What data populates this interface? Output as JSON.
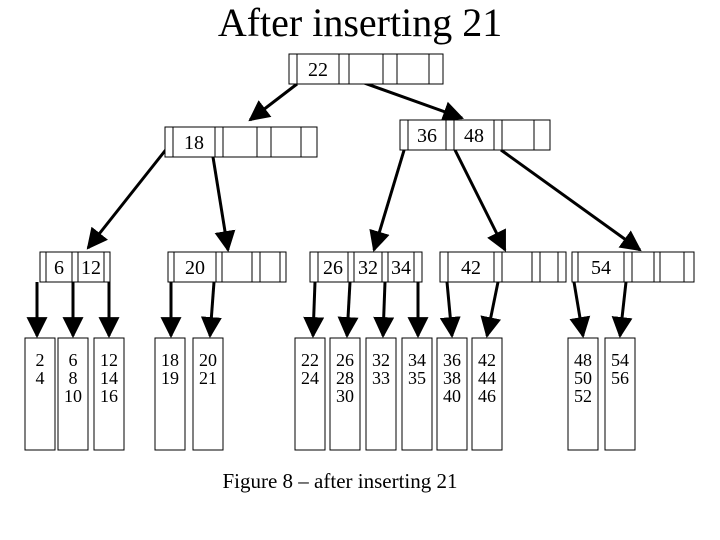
{
  "title": "After inserting 21",
  "caption": "Figure 8 – after inserting 21",
  "tree": {
    "root": {
      "keys": [
        "22"
      ]
    },
    "internal": [
      {
        "keys": [
          "18"
        ]
      },
      {
        "keys": [
          "36",
          "48"
        ]
      }
    ],
    "nodes": [
      {
        "keys": [
          "6",
          "12"
        ]
      },
      {
        "keys": [
          "20"
        ]
      },
      {
        "keys": [
          "26",
          "32",
          "34"
        ]
      },
      {
        "keys": [
          "42"
        ]
      },
      {
        "keys": [
          "54"
        ]
      }
    ],
    "leaves": [
      [
        "2",
        "4"
      ],
      [
        "6",
        "8",
        "10"
      ],
      [
        "12",
        "14",
        "16"
      ],
      [
        "18",
        "19"
      ],
      [
        "20",
        "21"
      ],
      [
        "22",
        "24"
      ],
      [
        "26",
        "28",
        "30"
      ],
      [
        "32",
        "33"
      ],
      [
        "34",
        "35"
      ],
      [
        "36",
        "38",
        "40"
      ],
      [
        "42",
        "44",
        "46"
      ],
      [
        "48",
        "50",
        "52"
      ],
      [
        "54",
        "56"
      ]
    ]
  }
}
